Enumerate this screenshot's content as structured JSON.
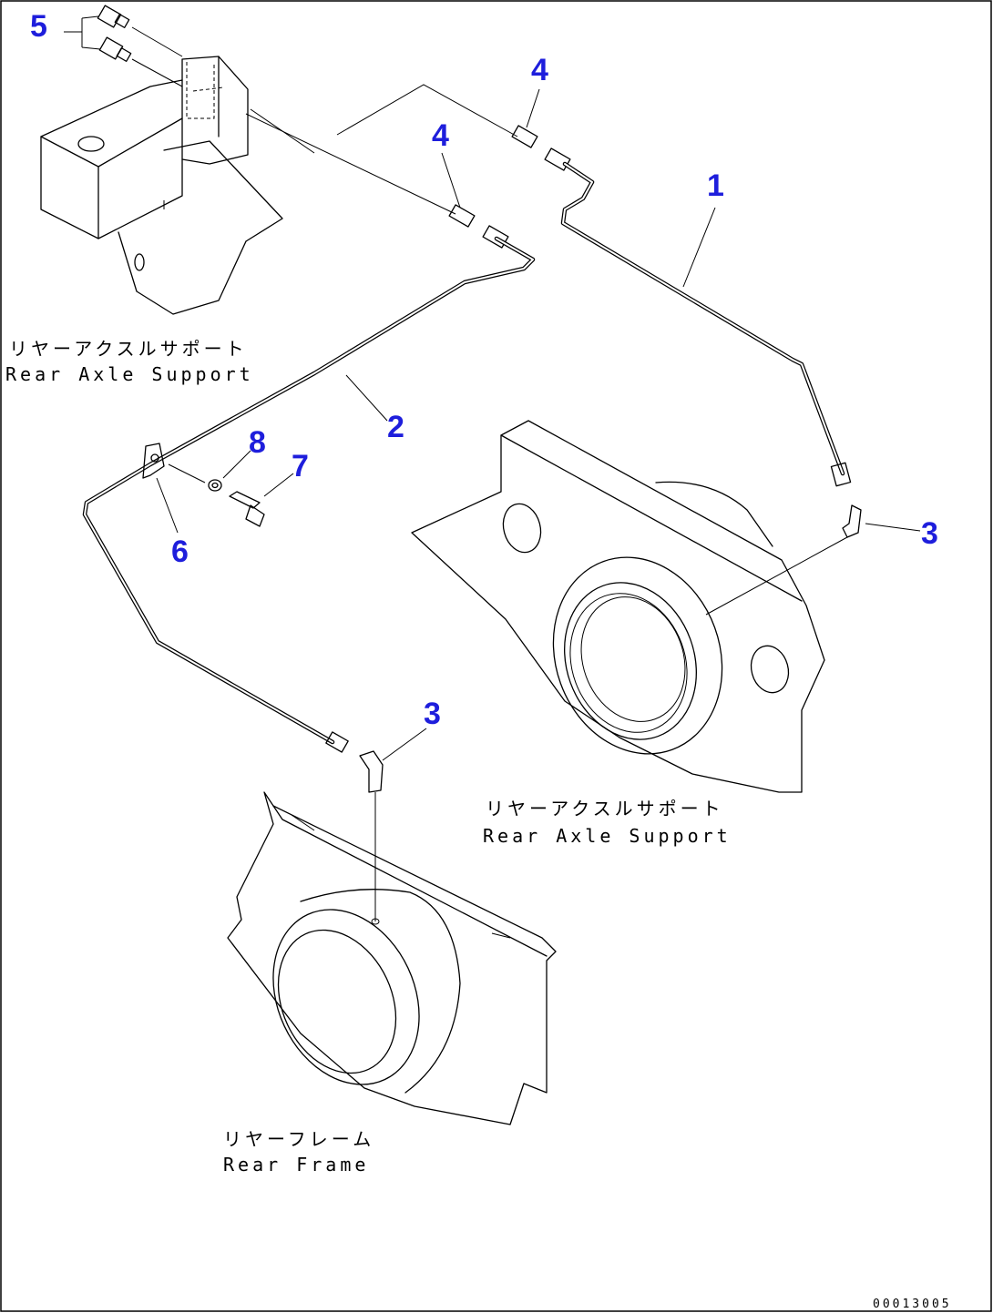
{
  "callouts": {
    "c1": "1",
    "c2": "2",
    "c3a": "3",
    "c3b": "3",
    "c4a": "4",
    "c4b": "4",
    "c5": "5",
    "c6": "6",
    "c7": "7",
    "c8": "8"
  },
  "labels": {
    "support_top_jp": "リヤーアクスルサポート",
    "support_top_en": "Rear Axle Support",
    "support_mid_jp": "リヤーアクスルサポート",
    "support_mid_en": "Rear Axle Support",
    "frame_jp": "リヤーフレーム",
    "frame_en": "Rear Frame"
  },
  "drawing_code": "00013005",
  "colors": {
    "callout": "#1e1edc",
    "line": "#000000",
    "background": "#ffffff"
  }
}
